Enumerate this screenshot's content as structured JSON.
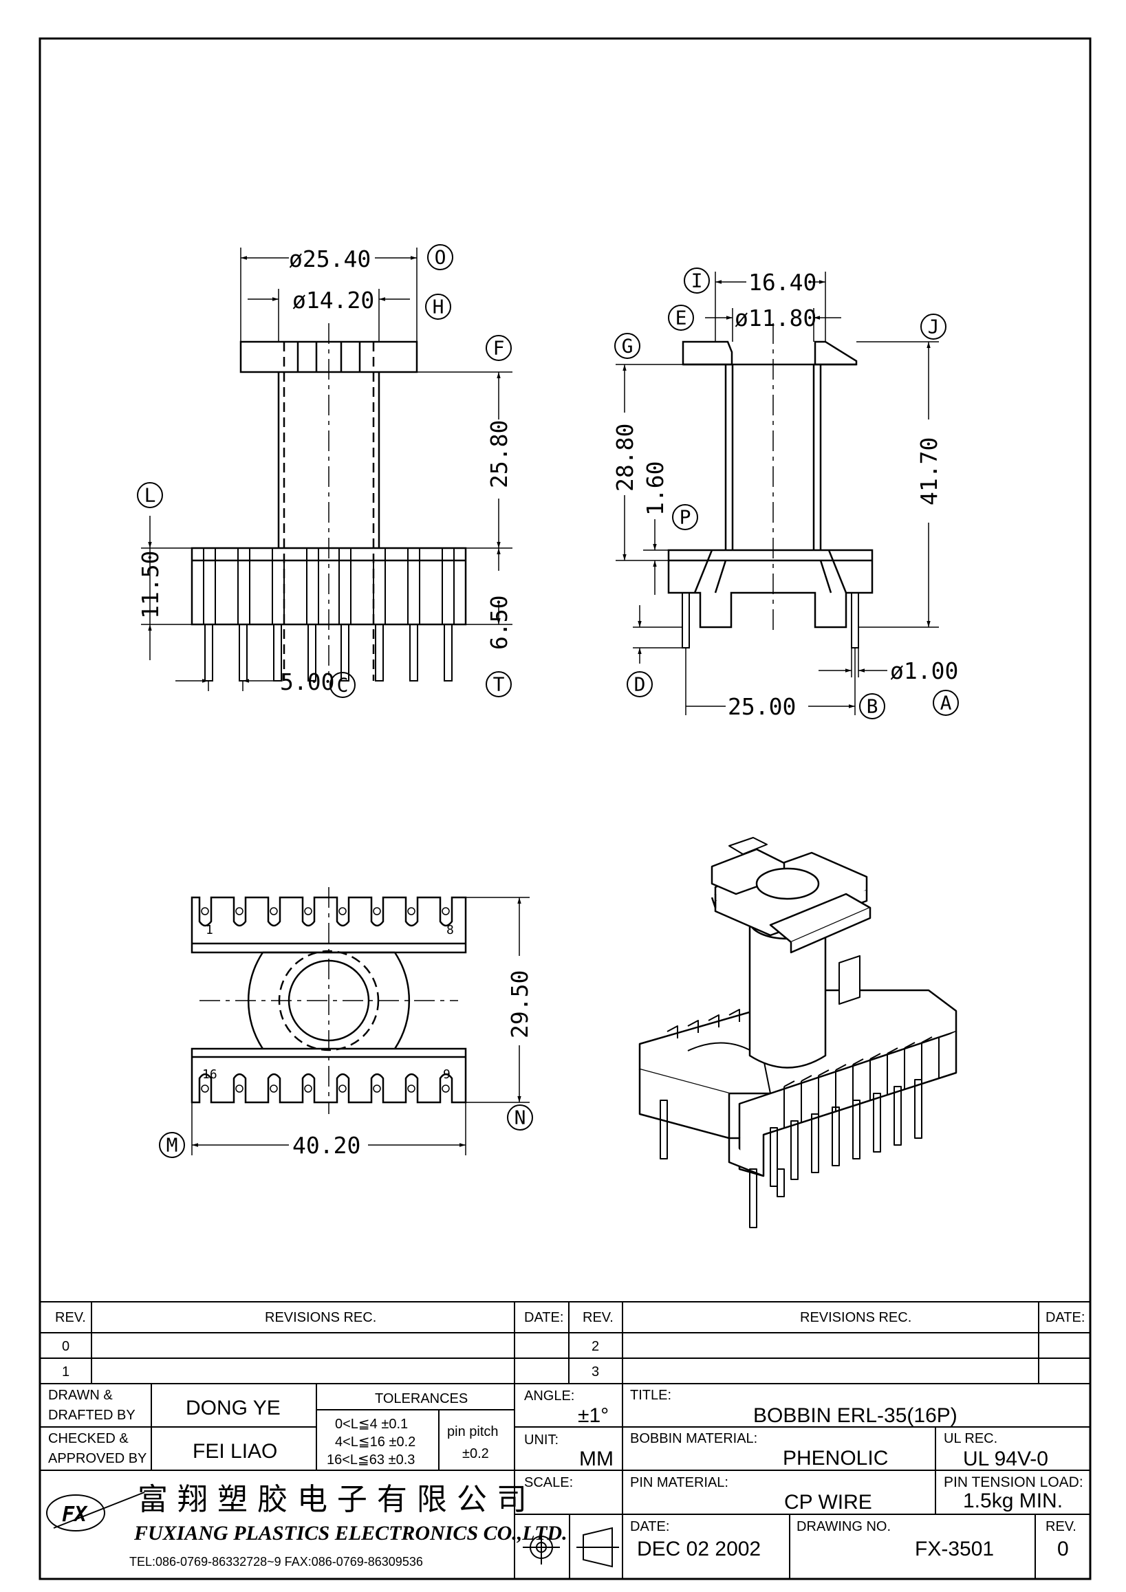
{
  "dimensions": {
    "front": {
      "flange_dia": "ø25.40",
      "core_dia": "ø14.20",
      "winding_height": "25.80",
      "base_height": "11.50",
      "pin_length": "6.50",
      "pin_pitch": "5.00"
    },
    "side": {
      "window_width": "16.40",
      "bore_dia": "ø11.80",
      "inner_height": "28.80",
      "total_height": "41.70",
      "step": "1.60",
      "pin_dia": "ø1.00",
      "row_spacing": "25.00"
    },
    "bottom": {
      "depth": "29.50",
      "length": "40.20"
    }
  },
  "callouts": {
    "A": "A",
    "B": "B",
    "C": "C",
    "D": "D",
    "E": "E",
    "F": "F",
    "G": "G",
    "H": "H",
    "I": "I",
    "J": "J",
    "L": "L",
    "M": "M",
    "N": "N",
    "O": "O",
    "P": "P",
    "T": "T"
  },
  "pin_numbers": {
    "top_first": "1",
    "top_last": "8",
    "bottom_first": "16",
    "bottom_last": "9"
  },
  "title_block": {
    "rev_header": "REV.",
    "revisions_header": "REVISIONS  REC.",
    "date_header": "DATE:",
    "rev_rows_left": [
      "0",
      "1"
    ],
    "rev_rows_right": [
      "2",
      "3"
    ],
    "drawn_label_1": "DRAWN &",
    "drawn_label_2": "DRAFTED BY",
    "drawn_by": "DONG YE",
    "checked_label_1": "CHECKED &",
    "checked_label_2": "APPROVED BY",
    "checked_by": "FEI LIAO",
    "tolerances_label": "TOLERANCES",
    "tol_1": "0<L≦4   ±0.1",
    "tol_2": "4<L≦16  ±0.2",
    "tol_3": "16<L≦63  ±0.3",
    "pin_pitch_label": "pin  pitch",
    "pin_pitch_tol": "±0.2",
    "angle_label": "ANGLE:",
    "angle_value": "±1°",
    "unit_label": "UNIT:",
    "unit_value": "MM",
    "scale_label": "SCALE:",
    "title_label": "TITLE:",
    "title_value": "BOBBIN  ERL-35(16P)",
    "bobbin_material_label": "BOBBIN  MATERIAL:",
    "bobbin_material_value": "PHENOLIC",
    "ul_label": "UL  REC.",
    "ul_value": "UL  94V-0",
    "pin_material_label": "PIN  MATERIAL:",
    "pin_material_value": "CP  WIRE",
    "pin_tension_label": "PIN  TENSION  LOAD:",
    "pin_tension_value": "1.5kg  MIN.",
    "date_label": "DATE:",
    "date_value": "DEC  02  2002",
    "drawing_no_label": "DRAWING  NO.",
    "drawing_no_value": "FX-3501",
    "rev_label": "REV.",
    "rev_value": "0",
    "company_cn": "富 翔 塑 胶 电 子 有 限 公 司",
    "company_en": "FUXIANG  PLASTICS  ELECTRONICS  CO.,LTD.",
    "company_tel": "TEL:086-0769-86332728~9   FAX:086-0769-86309536",
    "logo_text": "FX"
  }
}
